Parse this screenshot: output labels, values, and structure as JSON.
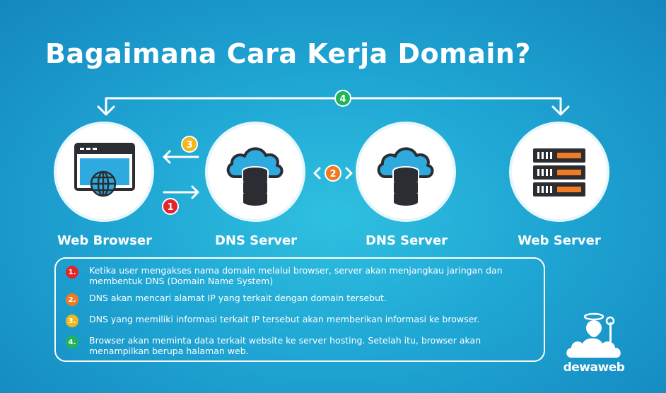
{
  "title": "Bagaimana Cara Kerja Domain?",
  "nodes": [
    {
      "label": "Web Browser",
      "icon": "browser-globe-icon"
    },
    {
      "label": "DNS Server",
      "icon": "cloud-database-icon"
    },
    {
      "label": "DNS Server",
      "icon": "cloud-database-icon"
    },
    {
      "label": "Web Server",
      "icon": "server-rack-icon"
    }
  ],
  "badges": {
    "one": "1",
    "two": "2",
    "three": "3",
    "four": "4"
  },
  "steps": [
    {
      "num": "1.",
      "text": "Ketika user mengakses nama domain melalui browser, server akan menjangkau jaringan dan membentuk DNS (Domain Name System)",
      "color": "#e5232a"
    },
    {
      "num": "2.",
      "text": "DNS akan mencari alamat IP yang terkait dengan domain tersebut.",
      "color": "#f07b22"
    },
    {
      "num": "3.",
      "text": "DNS yang memiliki informasi terkait IP tersebut akan memberikan informasi ke browser.",
      "color": "#f2b71c"
    },
    {
      "num": "4.",
      "text": "Browser akan meminta data terkait website ke server hosting. Setelah itu, browser akan menampilkan berupa halaman web.",
      "color": "#1fb35b"
    }
  ],
  "colors": {
    "badge_one": "#e5232a",
    "badge_two": "#f07b22",
    "badge_three": "#f2b71c",
    "badge_four": "#1fb35b",
    "icon_blue": "#2eaadf",
    "icon_dark": "#2b2d33",
    "server_orange": "#f07b22"
  },
  "brand": {
    "name": "dewaweb"
  }
}
